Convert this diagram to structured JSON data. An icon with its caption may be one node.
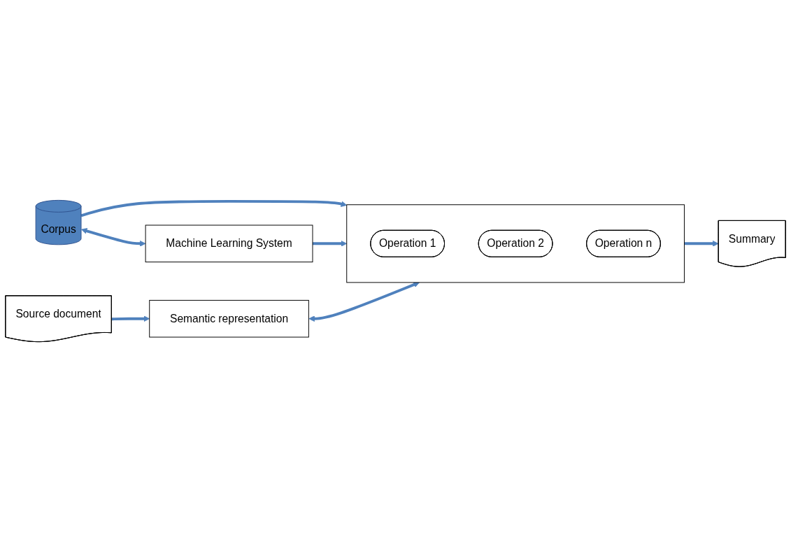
{
  "diagram": {
    "nodes": [
      {
        "text": [
          "Corpus"
        ]
      },
      {
        "text": [
          "Machine Learning System"
        ]
      },
      {
        "text": [],
        "shape": "box"
      },
      {
        "text": [
          "Operation 1"
        ],
        "in": 2
      },
      {
        "text": [
          "Operation 2"
        ],
        "in": 2
      },
      {
        "text": [
          "Operation n"
        ],
        "in": 2
      },
      {
        "text": [
          "Source document"
        ]
      },
      {
        "text": [
          "Semantic representation"
        ]
      },
      {
        "text": [
          "Summary"
        ]
      }
    ],
    "edges": [
      {
        "from": 0,
        "to": 1,
        "arrow": "both"
      },
      {
        "from": 0,
        "to": 2,
        "arrow": "to"
      },
      {
        "from": 1,
        "to": 2,
        "arrow": "to"
      },
      {
        "from": 6,
        "to": 7,
        "arrow": "to"
      },
      {
        "from": 7,
        "to": 2,
        "arrow": "both"
      },
      {
        "from": 2,
        "to": 8,
        "arrow": "to"
      }
    ]
  }
}
